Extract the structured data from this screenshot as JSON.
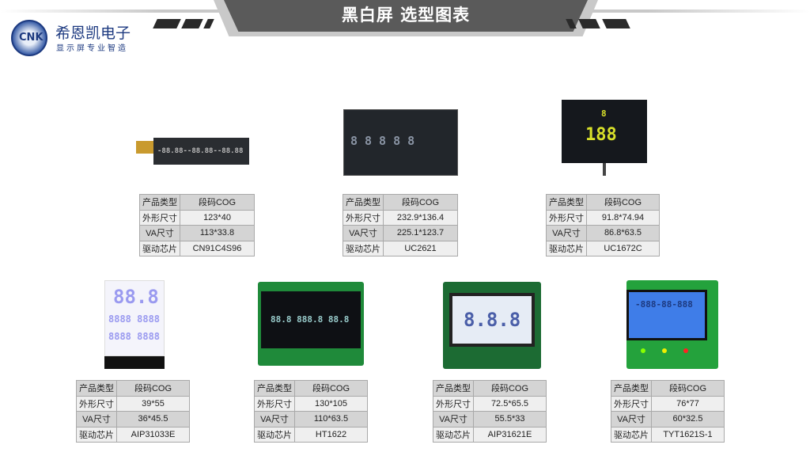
{
  "header": {
    "title": "黑白屏 选型图表",
    "brand_name": "希恩凯电子",
    "slogan": "显示屏专业智造",
    "logo_text": "CNK"
  },
  "products": [
    {
      "rows": [
        [
          "产品类型",
          "段码COG"
        ],
        [
          "外形尺寸",
          "123*40"
        ],
        [
          "VA尺寸",
          "113*33.8"
        ],
        [
          "驱动芯片",
          "CN91C4S96"
        ]
      ]
    },
    {
      "rows": [
        [
          "产品类型",
          "段码COG"
        ],
        [
          "外形尺寸",
          "232.9*136.4"
        ],
        [
          "VA尺寸",
          "225.1*123.7"
        ],
        [
          "驱动芯片",
          "UC2621"
        ]
      ]
    },
    {
      "rows": [
        [
          "产品类型",
          "段码COG"
        ],
        [
          "外形尺寸",
          "91.8*74.94"
        ],
        [
          "VA尺寸",
          "86.8*63.5"
        ],
        [
          "驱动芯片",
          "UC1672C"
        ]
      ]
    },
    {
      "rows": [
        [
          "产品类型",
          "段码COG"
        ],
        [
          "外形尺寸",
          "39*55"
        ],
        [
          "VA尺寸",
          "36*45.5"
        ],
        [
          "驱动芯片",
          "AIP31033E"
        ]
      ]
    },
    {
      "rows": [
        [
          "产品类型",
          "段码COG"
        ],
        [
          "外形尺寸",
          "130*105"
        ],
        [
          "VA尺寸",
          "110*63.5"
        ],
        [
          "驱动芯片",
          "HT1622"
        ]
      ]
    },
    {
      "rows": [
        [
          "产品类型",
          "段码COG"
        ],
        [
          "外形尺寸",
          "72.5*65.5"
        ],
        [
          "VA尺寸",
          "55.5*33"
        ],
        [
          "驱动芯片",
          "AIP31621E"
        ]
      ]
    },
    {
      "rows": [
        [
          "产品类型",
          "段码COG"
        ],
        [
          "外形尺寸",
          "76*77"
        ],
        [
          "VA尺寸",
          "60*32.5"
        ],
        [
          "驱动芯片",
          "TYT1621S-1"
        ]
      ]
    }
  ]
}
